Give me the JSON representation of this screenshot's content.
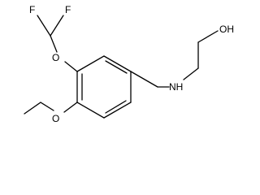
{
  "structure": {
    "atom_labels": {
      "f_left": "F",
      "f_right": "F",
      "o_ether_top": "O",
      "o_ether_bottom": "O",
      "nh": "NH",
      "oh": "OH"
    }
  }
}
